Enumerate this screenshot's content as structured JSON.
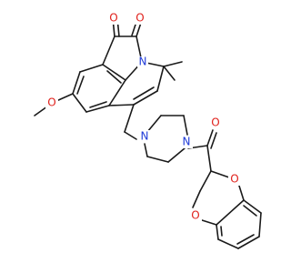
{
  "diagram_type": "chemical-structure",
  "colors": {
    "bond": "#1a1a1a",
    "oxygen": "#e0201b",
    "nitrogen": "#1f3bd8",
    "background": "#ffffff"
  },
  "atom_labels": {
    "carbonyl_o_left": "O",
    "carbonyl_o_right": "O",
    "ring_n": "N",
    "methoxy_o": "O",
    "piperazine_n_top": "N",
    "piperazine_n_bottom": "N",
    "amide_o": "O",
    "dioxane_o_upper": "O",
    "dioxane_o_lower": "O"
  }
}
